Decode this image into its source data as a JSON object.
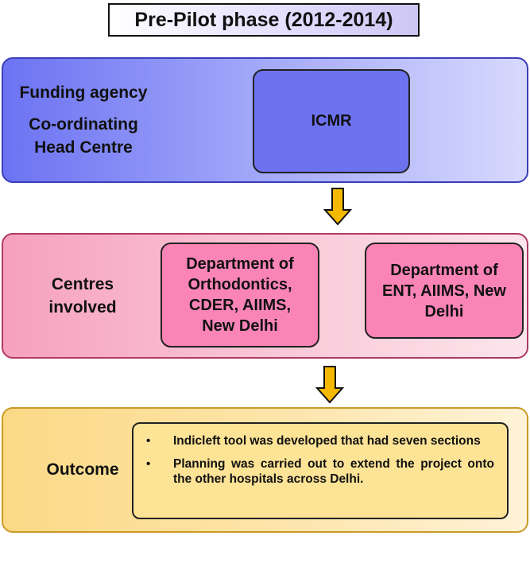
{
  "title": "Pre-Pilot phase (2012-2014)",
  "funding_panel": {
    "label_funding": "Funding agency",
    "label_coordinating_line1": "Co-ordinating",
    "label_coordinating_line2": "Head Centre",
    "box": "ICMR"
  },
  "centres_panel": {
    "label_line1": "Centres",
    "label_line2": "involved",
    "centres": [
      {
        "line1": "Department of",
        "line2": "Orthodontics,",
        "line3": "CDER, AIIMS,",
        "line4": "New Delhi"
      },
      {
        "line1": "Department of",
        "line2": "ENT, AIIMS, New",
        "line3": "Delhi"
      }
    ]
  },
  "outcome_panel": {
    "label": "Outcome",
    "bullet_symbol": "•",
    "items": [
      "Indicleft tool was developed that had seven sections",
      "Planning was carried out to extend the project onto the other hospitals across Delhi."
    ]
  },
  "colors": {
    "funding_panel": "#8f95f6",
    "icmr_box": "#6d72ef",
    "centres_panel": "#f8b7cb",
    "centre_box": "#fb84b7",
    "outcome_panel": "#fde4a8",
    "outcome_box": "#fde396",
    "arrow_fill": "#f5b800"
  },
  "icons": {
    "arrow": "down-arrow-icon"
  }
}
